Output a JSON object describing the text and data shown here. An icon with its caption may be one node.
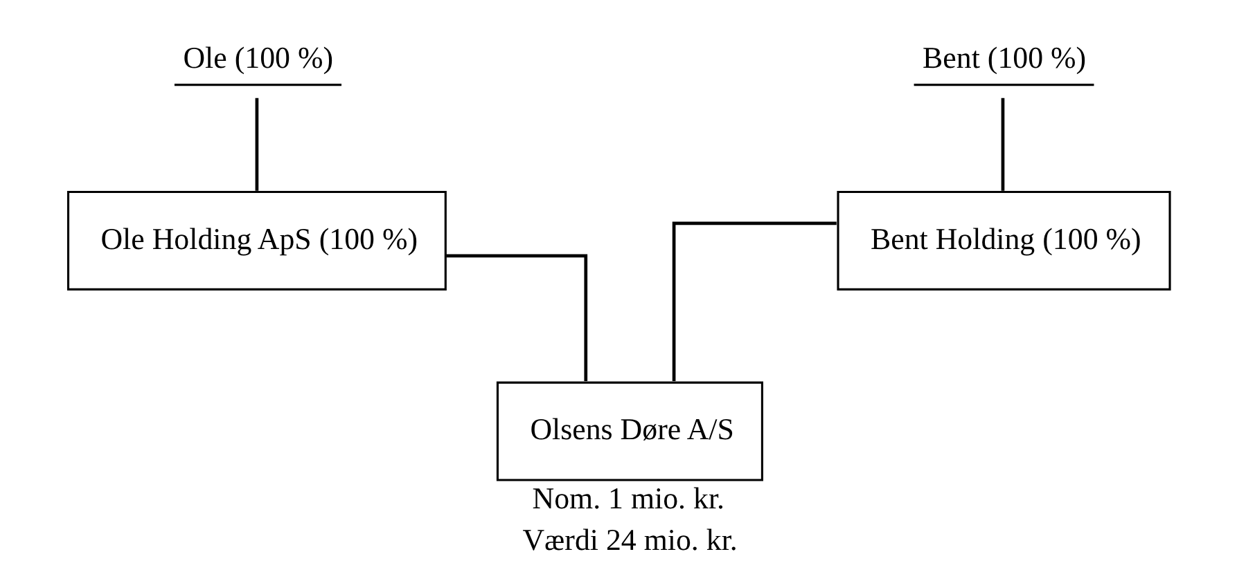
{
  "diagram": {
    "nodes": [
      {
        "text": [
          "Ole (100 %)"
        ]
      },
      {
        "text": [
          "Ole Holding ApS (100 %)"
        ]
      },
      {
        "text": [
          "Bent (100 %)"
        ]
      },
      {
        "text": [
          "Bent Holding (100 %)"
        ]
      },
      {
        "text": [
          "Olsens Døre A/S"
        ],
        "beside": [
          "Nom. 1 mio. kr.",
          "Værdi 24 mio. kr."
        ]
      }
    ],
    "edges": [
      {
        "from": 0,
        "to": 1,
        "arrow": "none"
      },
      {
        "from": 2,
        "to": 3,
        "arrow": "none"
      },
      {
        "from": 1,
        "to": 4,
        "arrow": "none"
      },
      {
        "from": 3,
        "to": 4,
        "arrow": "none"
      }
    ]
  }
}
